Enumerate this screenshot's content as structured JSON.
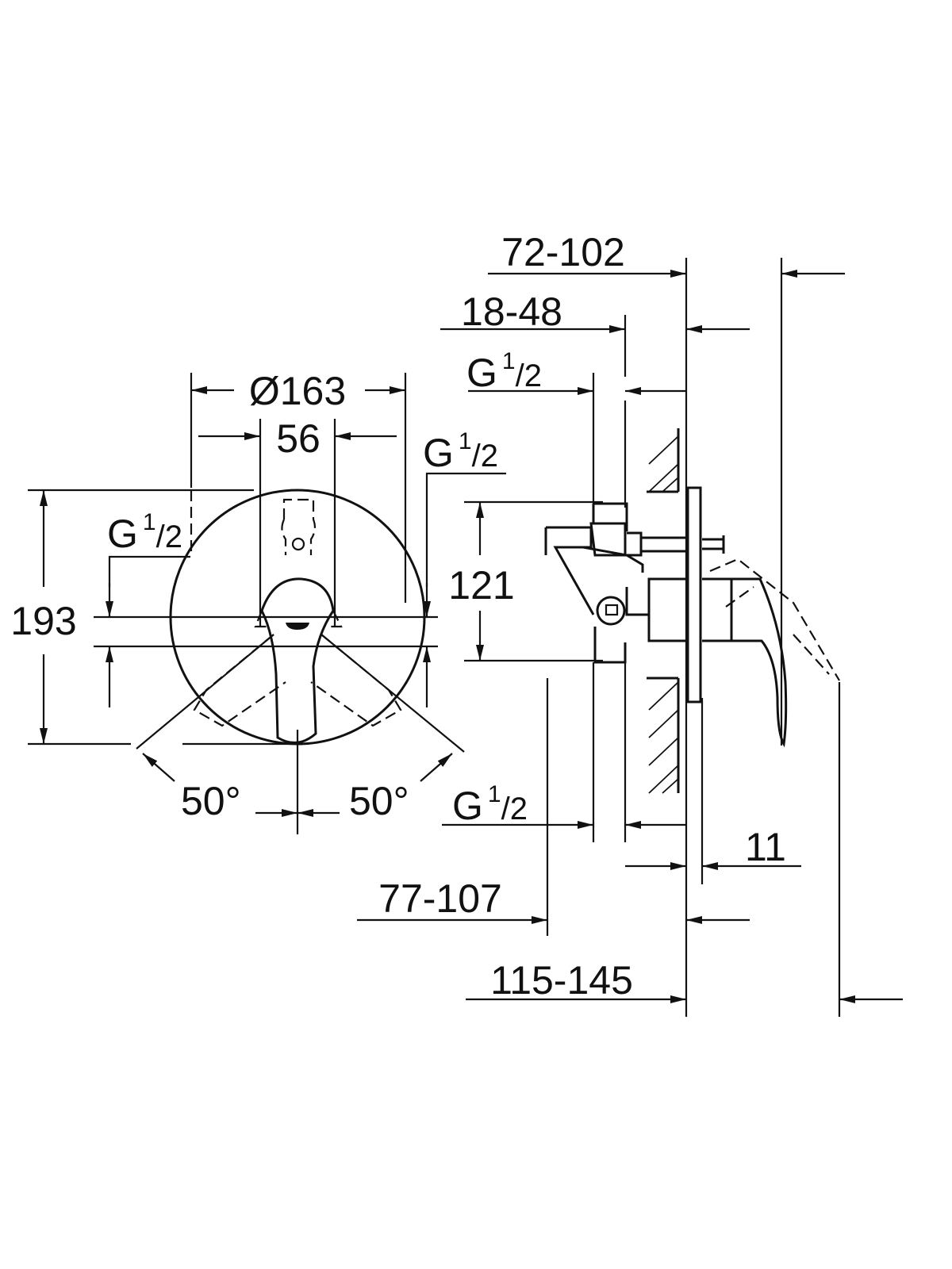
{
  "front_view": {
    "diameter": "Ø163",
    "handle_width": "56",
    "height": "193",
    "inlet_left": {
      "g": "G",
      "num": "1",
      "den": "/2"
    },
    "inlet_right": {
      "g": "G",
      "num": "1",
      "den": "/2"
    },
    "angle_left": "50°",
    "angle_right": "50°"
  },
  "side_view": {
    "depth_total": "72-102",
    "wall_range": "18-48",
    "inlet_top": {
      "g": "G",
      "num": "1",
      "den": "/2"
    },
    "inlet_bottom": {
      "g": "G",
      "num": "1",
      "den": "/2"
    },
    "port_spacing": "121",
    "plate_thickness": "11",
    "depth_body": "77-107",
    "depth_handle": "115-145"
  },
  "colors": {
    "line": "#111111",
    "background": "#ffffff"
  }
}
